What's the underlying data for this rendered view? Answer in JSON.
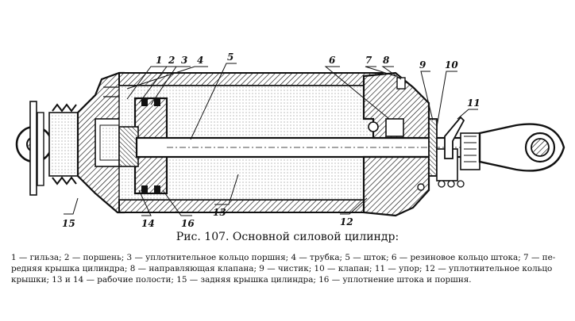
{
  "figure": {
    "caption": "Рис. 107. Основной силовой цилиндр:",
    "legend_lines": [
      "1 — гильза; 2 — поршень; 3 — уплотнительное кольцо поршня; 4 — трубка; 5 — шток; 6 — резиновое кольцо штока; 7 — пе-",
      "редняя крышка цилиндра; 8 — направляющая клапана; 9 — чистик; 10 — клапан; 11 — упор; 12 — уплотнительное кольцо",
      "крышки; 13 и 14 — рабочие полости; 15 — задняя крышка цилиндра; 16 — уплотнение штока и поршня."
    ]
  },
  "callouts": [
    {
      "id": "1",
      "label": "1"
    },
    {
      "id": "2",
      "label": "2"
    },
    {
      "id": "3",
      "label": "3"
    },
    {
      "id": "4",
      "label": "4"
    },
    {
      "id": "5",
      "label": "5"
    },
    {
      "id": "6",
      "label": "6"
    },
    {
      "id": "7",
      "label": "7"
    },
    {
      "id": "8",
      "label": "8"
    },
    {
      "id": "9",
      "label": "9"
    },
    {
      "id": "10",
      "label": "10"
    },
    {
      "id": "11",
      "label": "11"
    },
    {
      "id": "12",
      "label": "12"
    },
    {
      "id": "13",
      "label": "13"
    },
    {
      "id": "14",
      "label": "14"
    },
    {
      "id": "15",
      "label": "15"
    },
    {
      "id": "16",
      "label": "16"
    }
  ]
}
